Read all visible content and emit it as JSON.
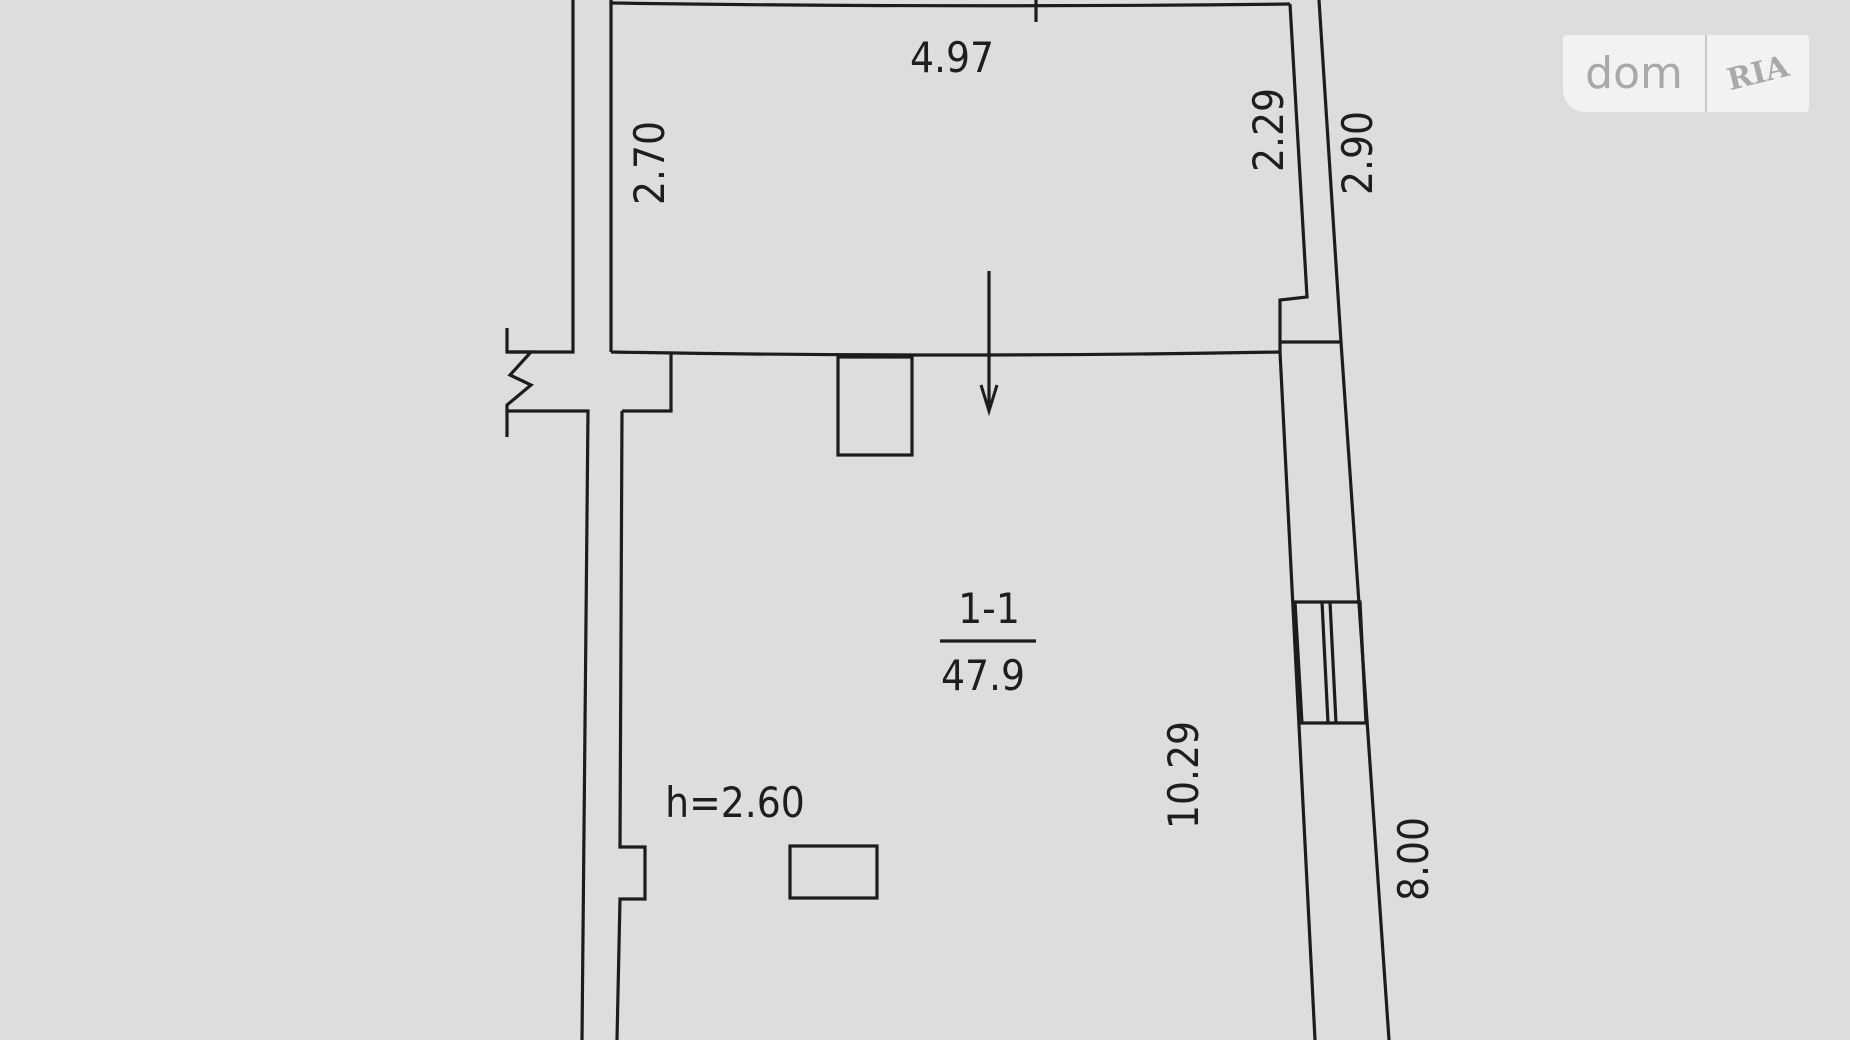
{
  "plan": {
    "room_label": "1-1",
    "room_area": "47.9",
    "ceiling_height": "h=2.60",
    "dimensions": {
      "top_width": "4.97",
      "upper_left_height": "2.70",
      "upper_right_inner": "2.29",
      "upper_right_outer": "2.90",
      "lower_inner": "10.29",
      "lower_outer": "8.00"
    }
  },
  "watermark": {
    "left": "dom",
    "right": "RIA"
  }
}
